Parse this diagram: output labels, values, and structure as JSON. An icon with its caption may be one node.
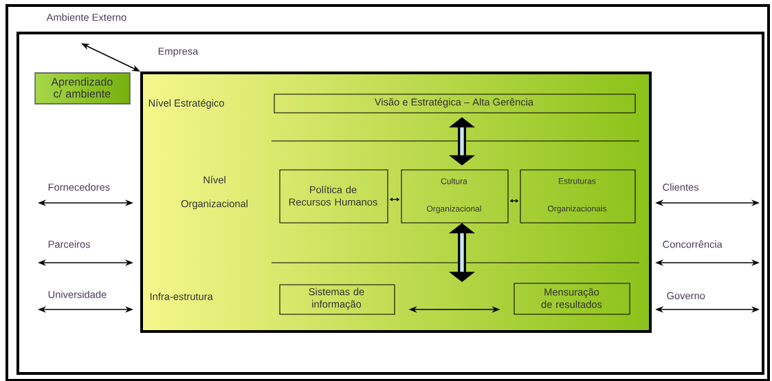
{
  "diagram": {
    "nodes": [
      {
        "text": [
          "Ambiente Externo"
        ]
      },
      {
        "text": [
          "Empresa"
        ],
        "in": 0
      },
      {
        "text": [
          "Aprendizado c/ ambiente"
        ],
        "in": 1
      },
      {
        "text": [
          "Nível Estratégico",
          "Nível Organizacional",
          "Infra-estrutura"
        ],
        "in": 1
      },
      {
        "text": [
          "Visão e Estratégica – Alta Gerência"
        ],
        "in": 3
      },
      {
        "text": [
          "Política de Recursos Humanos"
        ],
        "in": 3
      },
      {
        "text": [
          "Cultura Organizacional"
        ],
        "in": 3
      },
      {
        "text": [
          "Estruturas Organizacionais"
        ],
        "in": 3
      },
      {
        "text": [
          "Sistemas de informação"
        ],
        "in": 3
      },
      {
        "text": [
          "Mensuração de resultados"
        ],
        "in": 3
      }
    ],
    "edges": [
      {
        "from": null,
        "to": 3,
        "arrow": "both",
        "label": "Fornecedores"
      },
      {
        "from": null,
        "to": 3,
        "arrow": "both",
        "label": "Parceiros"
      },
      {
        "from": null,
        "to": 3,
        "arrow": "both",
        "label": "Universidade"
      },
      {
        "from": 3,
        "to": null,
        "arrow": "both",
        "label": "Clientes"
      },
      {
        "from": 3,
        "to": null,
        "arrow": "both",
        "label": "Concorrência"
      },
      {
        "from": 3,
        "to": null,
        "arrow": "both",
        "label": "Governo"
      },
      {
        "from": null,
        "to": 3,
        "arrow": "both"
      },
      {
        "from": 4,
        "to": 6,
        "arrow": "both",
        "style": "thick"
      },
      {
        "from": 6,
        "to": null,
        "arrow": "both",
        "style": "thick"
      },
      {
        "from": 5,
        "to": 6,
        "arrow": "both"
      },
      {
        "from": 6,
        "to": 7,
        "arrow": "both"
      },
      {
        "from": 8,
        "to": 9,
        "arrow": "both"
      }
    ]
  }
}
